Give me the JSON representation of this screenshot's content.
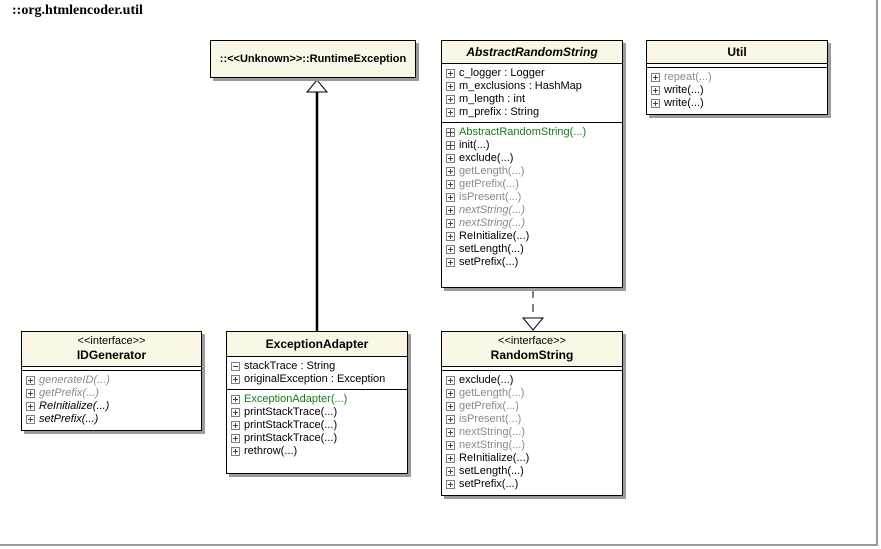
{
  "package": {
    "title": "::org.htmlencoder.util"
  },
  "classes": {
    "runtime_exception": {
      "name": "::<<Unknown>>::RuntimeException"
    },
    "abstract_random_string": {
      "name": "AbstractRandomString",
      "attributes": [
        {
          "text": "c_logger : Logger",
          "style": "normal"
        },
        {
          "text": "m_exclusions : HashMap",
          "style": "normal"
        },
        {
          "text": "m_length : int",
          "style": "normal"
        },
        {
          "text": "m_prefix : String",
          "style": "normal"
        }
      ],
      "operations": [
        {
          "text": "AbstractRandomString(...)",
          "style": "green",
          "icon": "grid"
        },
        {
          "text": "init(...)",
          "style": "normal",
          "icon": "grid"
        },
        {
          "text": "exclude(...)",
          "style": "normal",
          "icon": "plus"
        },
        {
          "text": "getLength(...)",
          "style": "gray",
          "icon": "plus"
        },
        {
          "text": "getPrefix(...)",
          "style": "gray",
          "icon": "plus"
        },
        {
          "text": "isPresent(...)",
          "style": "gray",
          "icon": "plus"
        },
        {
          "text": "nextString(...)",
          "style": "gray-italic",
          "icon": "plus"
        },
        {
          "text": "nextString(...)",
          "style": "gray-italic",
          "icon": "plus"
        },
        {
          "text": "ReInitialize(...)",
          "style": "normal",
          "icon": "plus"
        },
        {
          "text": "setLength(...)",
          "style": "normal",
          "icon": "plus"
        },
        {
          "text": "setPrefix(...)",
          "style": "normal",
          "icon": "plus"
        }
      ]
    },
    "util": {
      "name": "Util",
      "operations": [
        {
          "text": "repeat(...)",
          "style": "gray",
          "icon": "plus"
        },
        {
          "text": "write(...)",
          "style": "normal",
          "icon": "plus"
        },
        {
          "text": "write(...)",
          "style": "normal",
          "icon": "plus"
        }
      ]
    },
    "id_generator": {
      "stereotype": "<<interface>>",
      "name": "IDGenerator",
      "operations": [
        {
          "text": "generateID(...)",
          "style": "gray-italic",
          "icon": "plus"
        },
        {
          "text": "getPrefix(...)",
          "style": "gray-italic",
          "icon": "plus"
        },
        {
          "text": "ReInitialize(...)",
          "style": "italic",
          "icon": "plus"
        },
        {
          "text": "setPrefix(...)",
          "style": "italic",
          "icon": "plus"
        }
      ]
    },
    "exception_adapter": {
      "name": "ExceptionAdapter",
      "attributes": [
        {
          "text": "stackTrace : String",
          "style": "normal",
          "icon": "minus"
        },
        {
          "text": "originalException : Exception",
          "style": "normal",
          "icon": "plus"
        }
      ],
      "operations": [
        {
          "text": "ExceptionAdapter(...)",
          "style": "green",
          "icon": "plus"
        },
        {
          "text": "printStackTrace(...)",
          "style": "normal",
          "icon": "plus"
        },
        {
          "text": "printStackTrace(...)",
          "style": "normal",
          "icon": "plus"
        },
        {
          "text": "printStackTrace(...)",
          "style": "normal",
          "icon": "plus"
        },
        {
          "text": "rethrow(...)",
          "style": "normal",
          "icon": "plus"
        }
      ]
    },
    "random_string": {
      "stereotype": "<<interface>>",
      "name": "RandomString",
      "operations": [
        {
          "text": "exclude(...)",
          "style": "normal",
          "icon": "plus"
        },
        {
          "text": "getLength(...)",
          "style": "gray",
          "icon": "plus"
        },
        {
          "text": "getPrefix(...)",
          "style": "gray",
          "icon": "plus"
        },
        {
          "text": "isPresent(...)",
          "style": "gray",
          "icon": "plus"
        },
        {
          "text": "nextString(...)",
          "style": "gray",
          "icon": "plus"
        },
        {
          "text": "nextString(...)",
          "style": "gray",
          "icon": "plus"
        },
        {
          "text": "ReInitialize(...)",
          "style": "normal",
          "icon": "plus"
        },
        {
          "text": "setLength(...)",
          "style": "normal",
          "icon": "plus"
        },
        {
          "text": "setPrefix(...)",
          "style": "normal",
          "icon": "plus"
        }
      ]
    }
  },
  "relations": [
    {
      "type": "generalization",
      "from": "ExceptionAdapter",
      "to": "RuntimeException"
    },
    {
      "type": "realization",
      "from": "AbstractRandomString",
      "to": "RandomString"
    }
  ]
}
